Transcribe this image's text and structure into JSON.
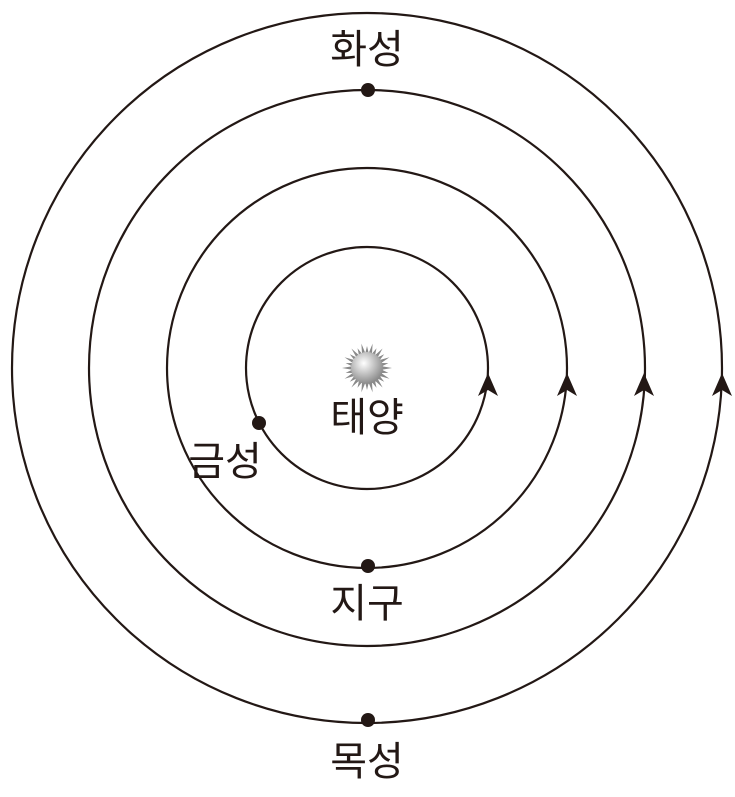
{
  "labels": {
    "sun": "태양",
    "venus": "금성",
    "earth": "지구",
    "mars": "화성",
    "jupiter": "목성"
  },
  "colors": {
    "line": "#231815",
    "sun_light": "#ffffff",
    "sun_dark": "#8a8a8a"
  },
  "orbit_direction": "counterclockwise"
}
